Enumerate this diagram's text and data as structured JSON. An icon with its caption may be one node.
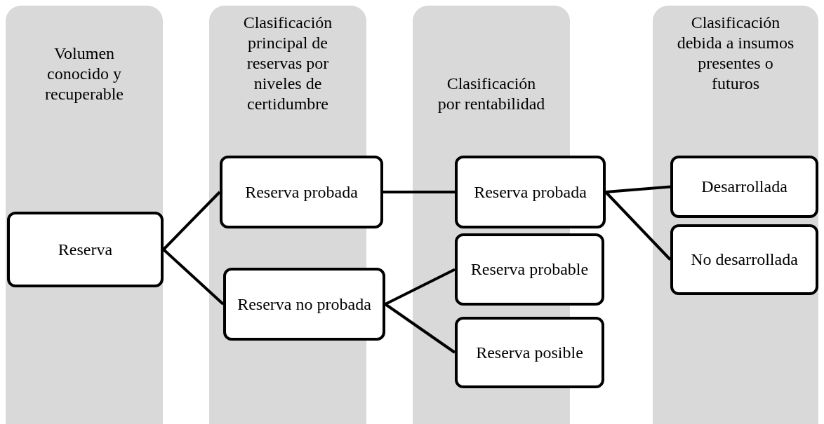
{
  "diagram": {
    "nodes": [
      {
        "text": [
          "Volumen conocido y recuperable"
        ]
      },
      {
        "text": [
          "Clasificación principal de reservas por niveles de certidumbre"
        ]
      },
      {
        "text": [
          "Clasificación por rentabilidad"
        ]
      },
      {
        "text": [
          "Clasificación debida a insumos presentes o futuros"
        ]
      },
      {
        "text": [
          "Reserva"
        ]
      },
      {
        "text": [
          "Reserva probada"
        ]
      },
      {
        "text": [
          "Reserva no probada"
        ]
      },
      {
        "text": [
          "Reserva probada"
        ]
      },
      {
        "text": [
          "Reserva probable"
        ]
      },
      {
        "text": [
          "Reserva posible"
        ]
      },
      {
        "text": [
          "Desarrollada"
        ]
      },
      {
        "text": [
          "No desarrollada"
        ]
      }
    ],
    "edges": [
      {
        "from": 4,
        "to": 5,
        "arrow": "none"
      },
      {
        "from": 4,
        "to": 6,
        "arrow": "none"
      },
      {
        "from": 5,
        "to": 7,
        "arrow": "none"
      },
      {
        "from": 7,
        "to": 10,
        "arrow": "none"
      },
      {
        "from": 7,
        "to": 11,
        "arrow": "none"
      },
      {
        "from": 6,
        "to": 8,
        "arrow": "none"
      },
      {
        "from": 6,
        "to": 9,
        "arrow": "none"
      }
    ]
  }
}
